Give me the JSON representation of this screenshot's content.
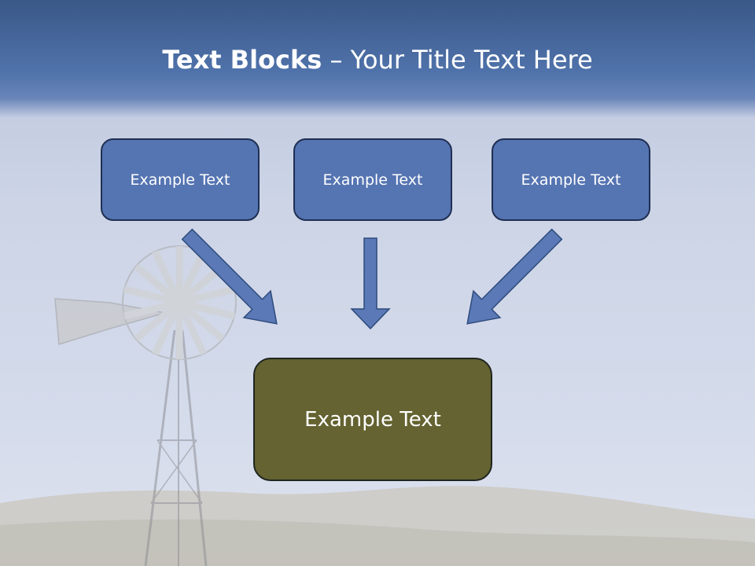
{
  "slide": {
    "title_bold": "Text Blocks",
    "title_rest": " – Your Title Text Here",
    "top_boxes": [
      {
        "label": "Example Text"
      },
      {
        "label": "Example Text"
      },
      {
        "label": "Example Text"
      }
    ],
    "bottom_box": {
      "label": "Example Text"
    }
  },
  "colors": {
    "header_band": "#4f72aa",
    "top_box_fill": "#5574b2",
    "top_box_border": "#1f2f52",
    "bottom_box_fill": "#646331",
    "arrow_fill": "#5a79b6",
    "arrow_border": "#2e4a7c"
  },
  "icons": [
    "windmill-icon",
    "arrow-down-right-icon",
    "arrow-down-icon",
    "arrow-down-left-icon"
  ]
}
